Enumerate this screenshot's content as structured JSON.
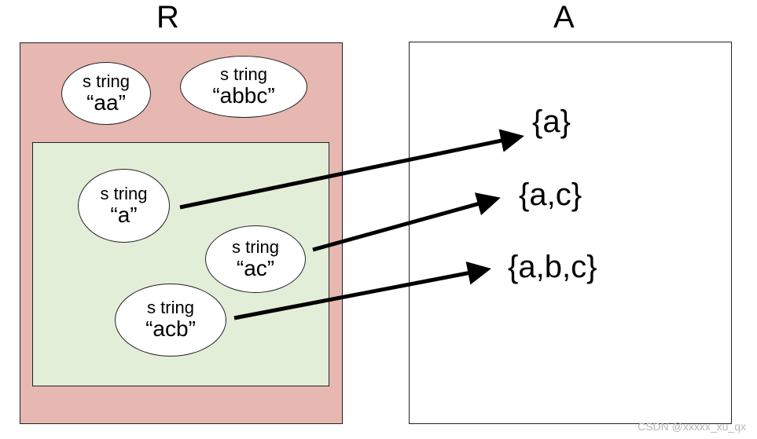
{
  "left_title": "R",
  "right_title": "A",
  "strings": {
    "aa": {
      "kind": "s tring",
      "value": "“aa”"
    },
    "abbc": {
      "kind": "s tring",
      "value": "“abbc”"
    },
    "a": {
      "kind": "s tring",
      "value": "“a”"
    },
    "ac": {
      "kind": "s tring",
      "value": "“ac”"
    },
    "acb": {
      "kind": "s tring",
      "value": "“acb”"
    }
  },
  "sets": {
    "s1": "{a}",
    "s2": "{a,c}",
    "s3": "{a,b,c}"
  },
  "colors": {
    "outer_box": "#e6b8b1",
    "inner_box": "#e2eed8",
    "line": "#000000"
  },
  "watermark": "CSDN @xxxxx_xu_qx"
}
